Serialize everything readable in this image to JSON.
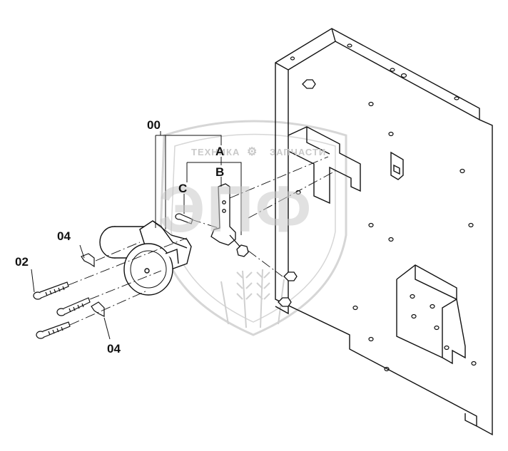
{
  "labels": {
    "assembly": "00",
    "detail_a": "A",
    "detail_b": "B",
    "detail_c": "C",
    "bolt": "02",
    "clip_upper": "04",
    "clip_lower": "04"
  },
  "watermark": {
    "company": "ТЕХНИКА",
    "separator_icon": "gear-icon",
    "subtitle": "ЗАПЧАСТИ",
    "logo": "ЭПФ"
  },
  "colors": {
    "line": "#111111",
    "watermark": "#d0d0d0"
  }
}
